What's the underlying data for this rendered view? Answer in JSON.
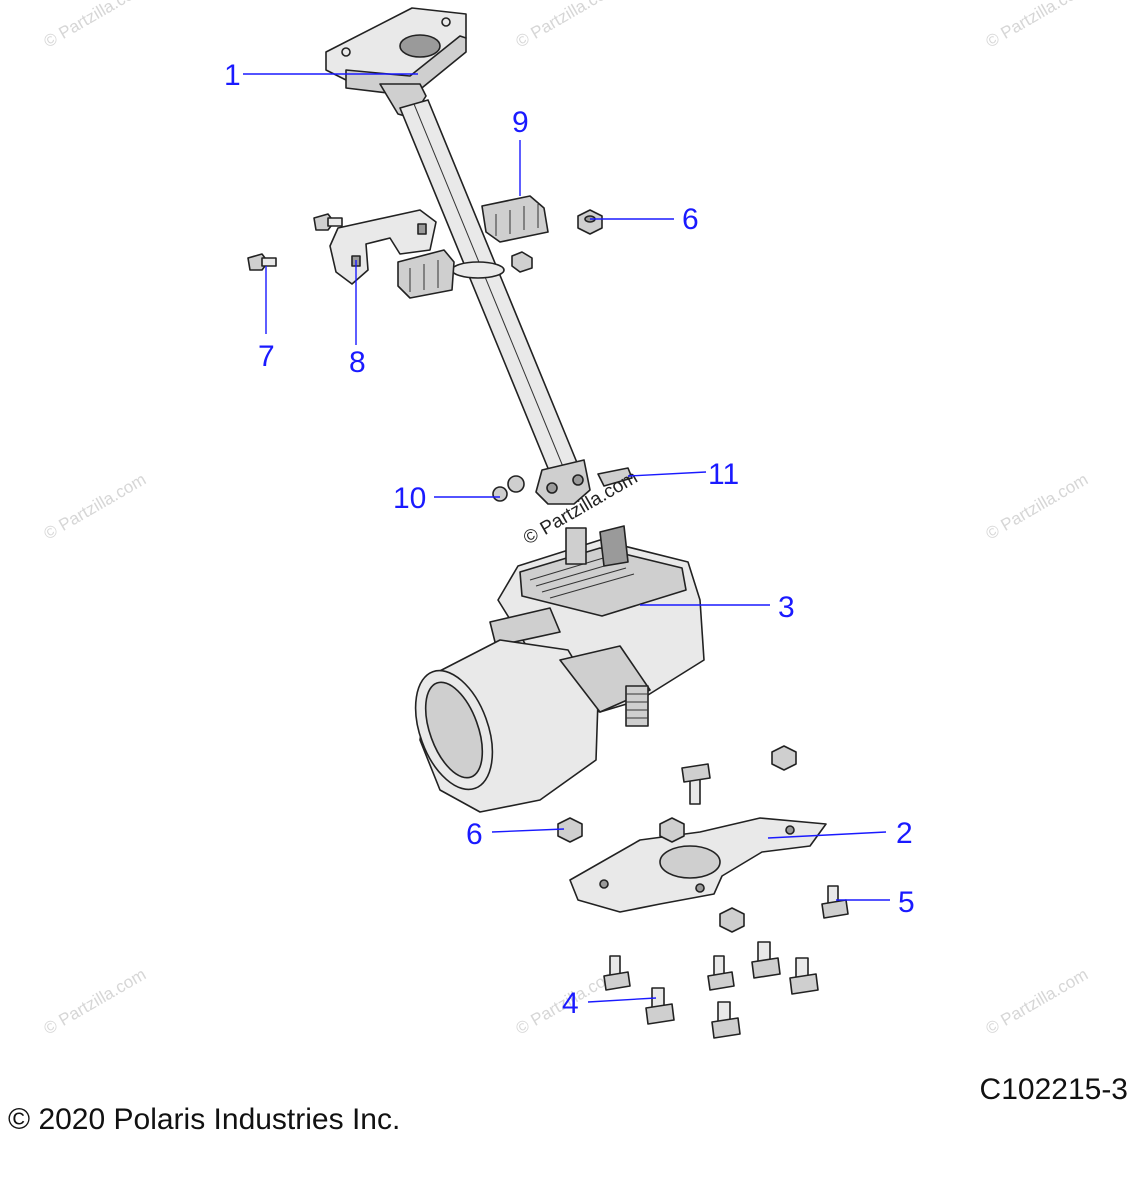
{
  "watermark": {
    "text": "© Partzilla.com",
    "center_text": "© Partzilla.com"
  },
  "callouts": {
    "c1": "1",
    "c2": "2",
    "c3": "3",
    "c4": "4",
    "c5": "5",
    "c6a": "6",
    "c6b": "6",
    "c7": "7",
    "c8": "8",
    "c9": "9",
    "c10": "10",
    "c11": "11"
  },
  "footer": {
    "copyright": "© 2020 Polaris Industries Inc.",
    "drawing_number": "C102215-3"
  },
  "colors": {
    "callout": "#1a1aff",
    "linework": "#222222",
    "watermark": "#d6d6d6"
  }
}
